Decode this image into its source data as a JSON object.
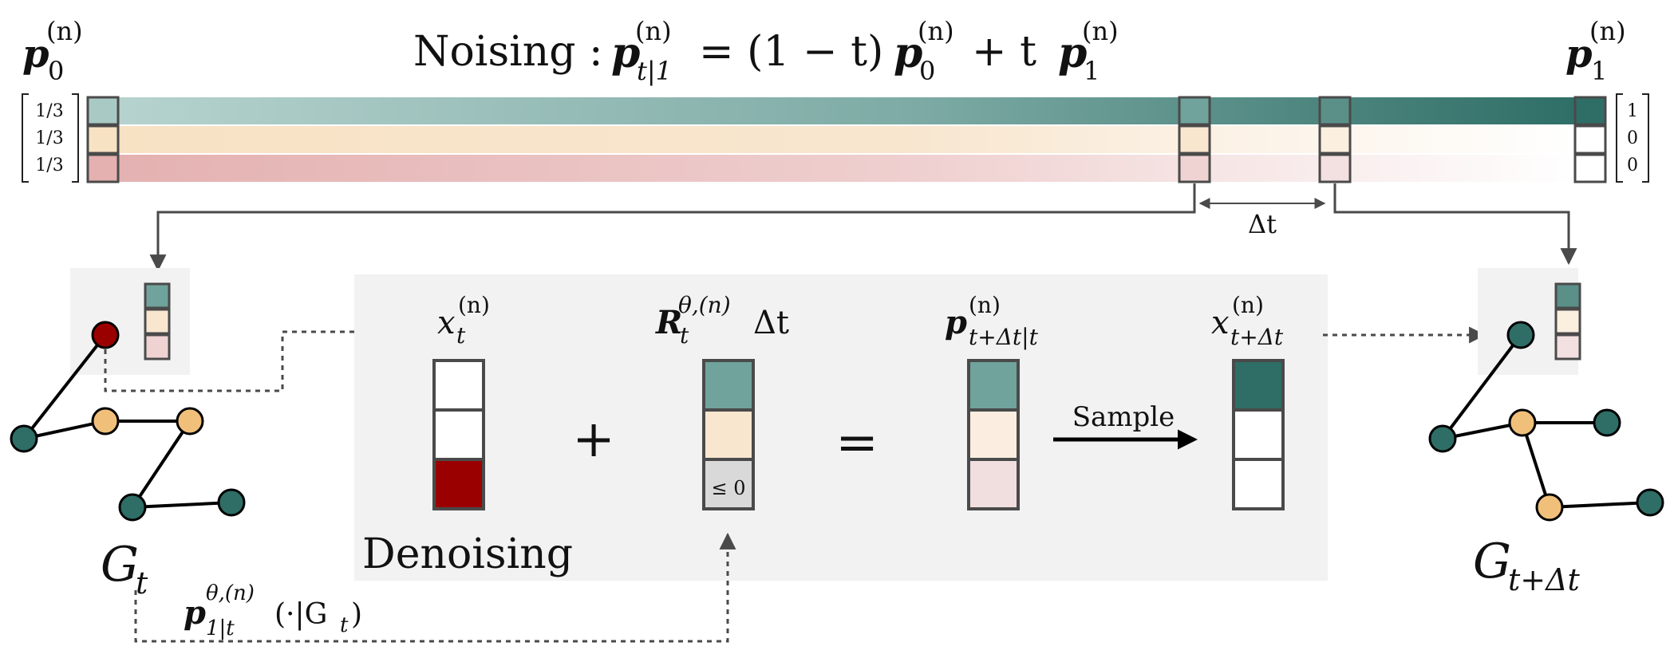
{
  "noising": {
    "label": "Noising :",
    "eq_lhs_sym": "p",
    "eq_lhs_sub": "t|1",
    "eq_sup": "(n)",
    "eq_mid": "= (1 − t)",
    "eq_p0_sym": "p",
    "eq_p0_sub": "0",
    "eq_plus_t": "+ t",
    "eq_p1_sym": "p",
    "eq_p1_sub": "1"
  },
  "p0": {
    "sym": "p",
    "sub": "0",
    "sup": "(n)",
    "vector": [
      "1/3",
      "1/3",
      "1/3"
    ]
  },
  "p1": {
    "sym": "p",
    "sub": "1",
    "sup": "(n)",
    "vector": [
      "1",
      "0",
      "0"
    ]
  },
  "delta_t": "Δt",
  "denoising": {
    "label": "Denoising",
    "x_t": {
      "sym": "x",
      "sub": "t",
      "sup": "(n)"
    },
    "plus": "+",
    "rate": {
      "sym": "R",
      "sub": "t",
      "sup": "θ,(n)",
      "suffix": "Δt",
      "cell_label": "≤ 0"
    },
    "equals": "=",
    "p_next": {
      "sym": "p",
      "sub": "t+Δt|t",
      "sup": "(n)"
    },
    "sample": "Sample",
    "x_next": {
      "sym": "x",
      "sub": "t+Δt",
      "sup": "(n)"
    }
  },
  "model_pred": {
    "sym": "p",
    "sub": "1|t",
    "sup": "θ,(n)",
    "arg": "(·|G",
    "arg_sub": "t",
    "arg_end": ")"
  },
  "graph_left": {
    "sym": "G",
    "sub": "t"
  },
  "graph_right": {
    "sym": "G",
    "sub": "t+Δt"
  },
  "colors": {
    "teal": "#2e6e66",
    "teal_light": "#6fa39c",
    "peach": "#f8e2c4",
    "pink": "#e7b4b4",
    "red": "#9b0000",
    "orange_node": "#f0c07a",
    "panel": "#f2f2f2",
    "border": "#4a4a4a"
  }
}
